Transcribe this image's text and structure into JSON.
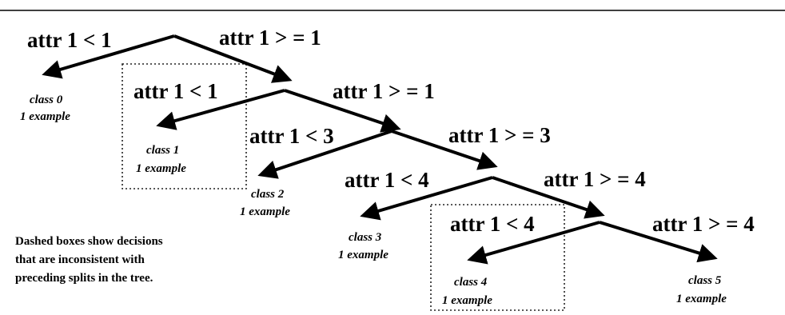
{
  "splits": [
    {
      "left_label": "attr 1 < 1",
      "right_label": "attr 1 > = 1"
    },
    {
      "left_label": "attr 1 < 1",
      "right_label": "attr 1 > = 1"
    },
    {
      "left_label": "attr 1 < 3",
      "right_label": "attr 1 > = 3"
    },
    {
      "left_label": "attr 1 < 4",
      "right_label": "attr 1 > = 4"
    },
    {
      "left_label": "attr 1 < 4",
      "right_label": "attr 1 > = 4"
    }
  ],
  "leaves": [
    {
      "class_label": "class 0",
      "count_label": "1 example"
    },
    {
      "class_label": "class 1",
      "count_label": "1 example"
    },
    {
      "class_label": "class 2",
      "count_label": "1 example"
    },
    {
      "class_label": "class 3",
      "count_label": "1 example"
    },
    {
      "class_label": "class 4",
      "count_label": "1 example"
    },
    {
      "class_label": "class 5",
      "count_label": "1 example"
    }
  ],
  "note": {
    "lines": [
      "Dashed boxes show decisions",
      "that are inconsistent with",
      "preceding splits in the tree."
    ]
  },
  "dashed_boxes": [
    "split 1",
    "split 4"
  ]
}
